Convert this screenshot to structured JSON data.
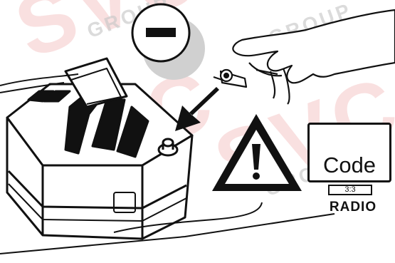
{
  "watermark": {
    "brand": "SVC",
    "group": "GROUP"
  },
  "radio_panel": {
    "code_label": "Code",
    "display_value": "3:3",
    "radio_label": "RADIO"
  },
  "icons": [
    "minus-terminal-icon",
    "warning-icon",
    "radio-code-icon",
    "arrow-icon",
    "battery-illustration",
    "hand-illustration"
  ],
  "colors": {
    "line": "#111111",
    "watermark_red": "#f0a8a8",
    "watermark_grey": "#c9c9c9"
  }
}
